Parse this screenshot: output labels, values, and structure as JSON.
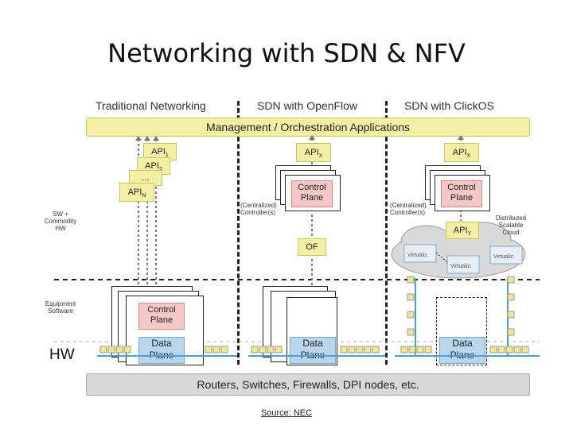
{
  "title": "Networking with SDN & NFV",
  "columns": {
    "traditional": "Traditional Networking",
    "openflow": "SDN with OpenFlow",
    "clickos": "SDN with ClickOS"
  },
  "management": "Management / Orchestration Applications",
  "bottom_bar": "Routers, Switches, Firewalls, DPI nodes, etc.",
  "side_labels": {
    "sw": "SW +\nCommodity\nHW",
    "equip": "Equipment\nSoftware",
    "hw": "HW"
  },
  "traditional": {
    "api1": "API",
    "api1_sub": "1",
    "api2": "API",
    "api2_sub": "2",
    "apiN": "API",
    "apiN_sub": "N",
    "dots": "...",
    "control": "Control\nPlane",
    "data": "Data\nPlane"
  },
  "openflow": {
    "api": "API",
    "api_sub": "X",
    "controller_label": "(Centralized)\nController(s)",
    "control": "Control\nPlane",
    "of": "OF",
    "data": "Data\nPlane"
  },
  "clickos": {
    "api": "API",
    "api_sub": "X",
    "controller_label": "(Centralized)\nController(s)",
    "control": "Control\nPlane",
    "api_y": "API",
    "api_y_sub": "Y",
    "cloud_label": "Distributed\nScalable\nCloud",
    "virt1": "Virtualiz.",
    "virt2": "Virtualiz.",
    "virt3": "Virtualiz.",
    "data": "Data\nPlane"
  },
  "source": "Source: NEC"
}
